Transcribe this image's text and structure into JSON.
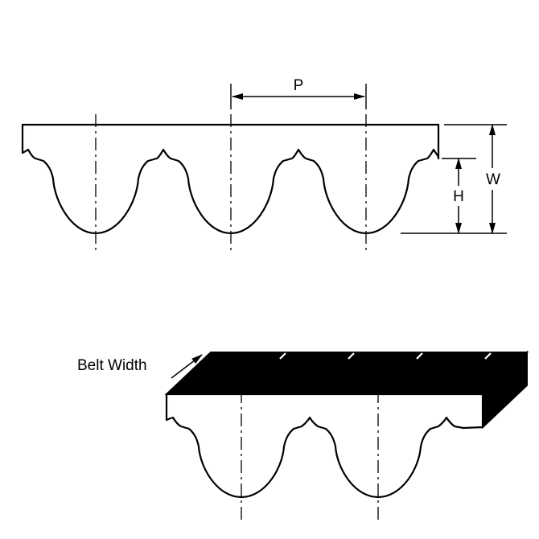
{
  "diagram": {
    "type": "timing-belt-tooth-profile-drawing",
    "views": {
      "profile_view": {
        "teeth_visible": 3
      },
      "perspective_view": {
        "teeth_visible": 2
      }
    },
    "labels": {
      "pitch": "P",
      "belt_thickness": "W",
      "tooth_height": "H",
      "belt_width": "Belt Width"
    },
    "colors": {
      "line": "#000000",
      "belt_fill": "#ffffff",
      "top_face_fill": "#000000",
      "background": "#ffffff"
    }
  }
}
